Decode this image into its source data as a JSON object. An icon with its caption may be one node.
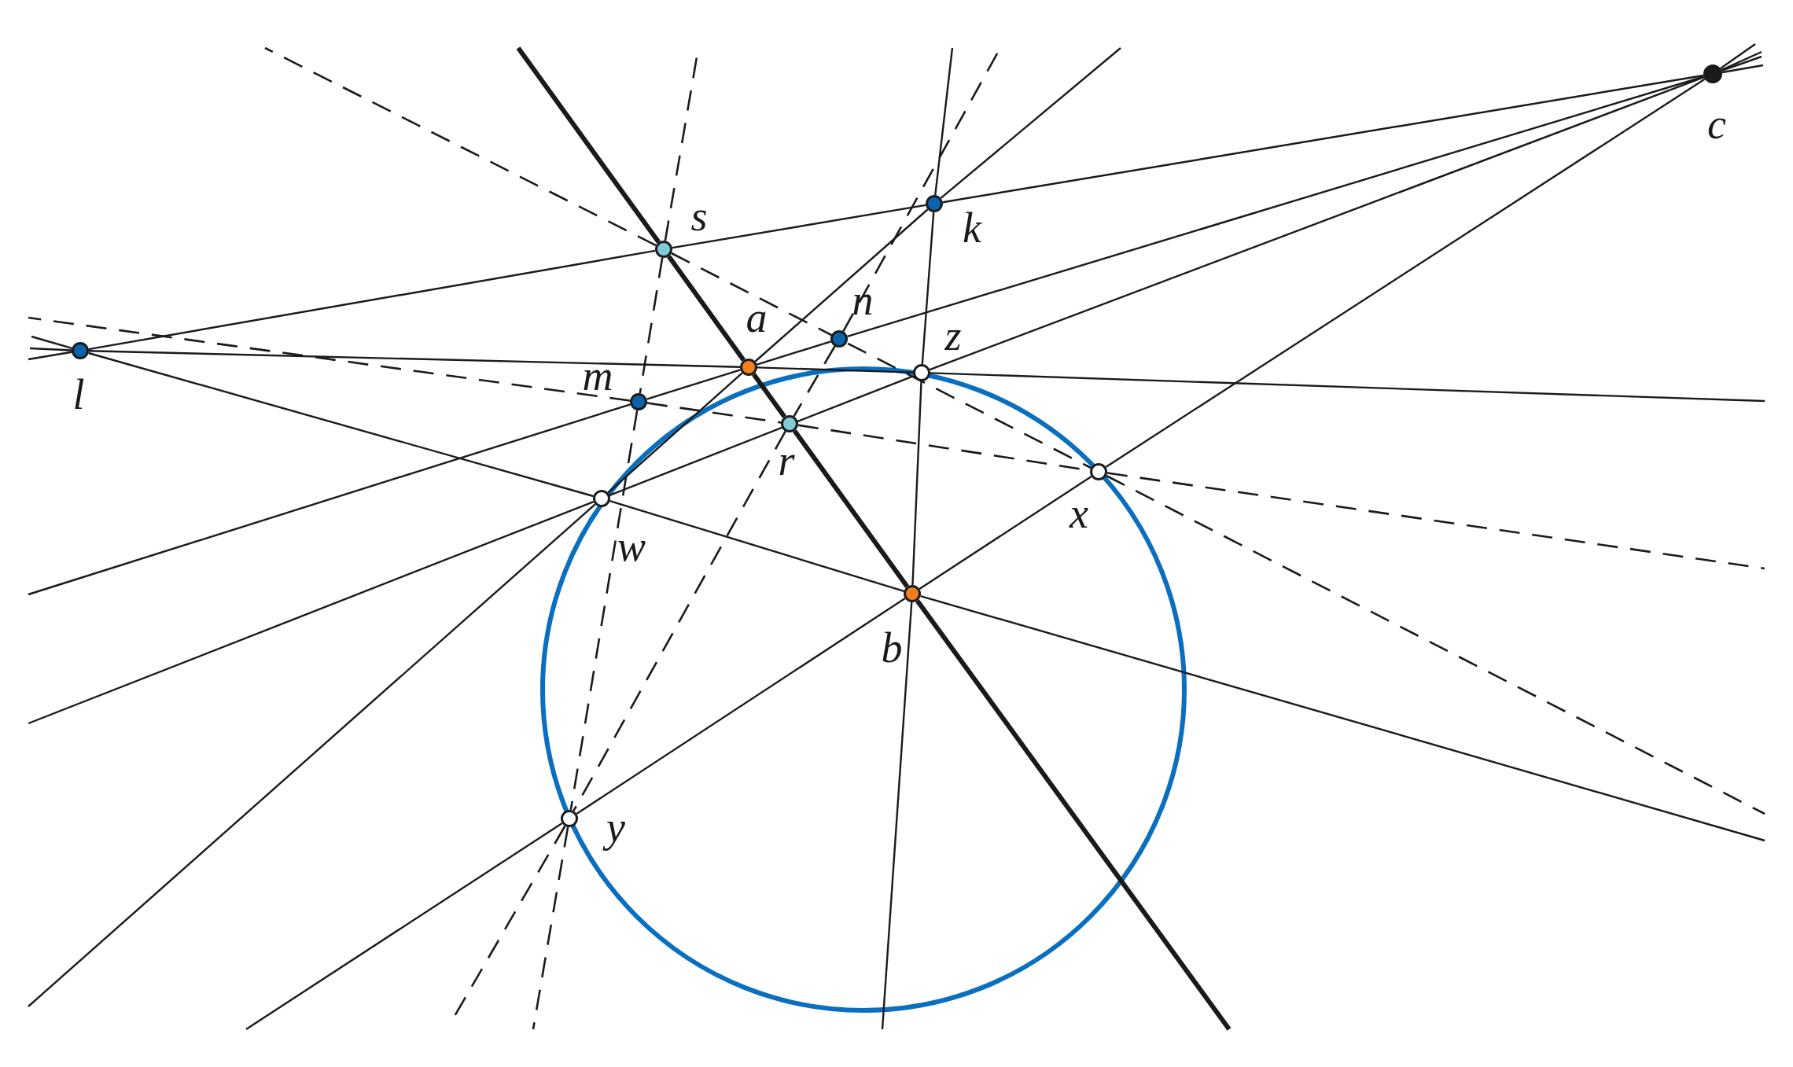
{
  "diagram": {
    "nodes": [
      {
        "text": [
          "c"
        ]
      },
      {
        "text": [
          "k"
        ]
      },
      {
        "text": [
          "s"
        ]
      },
      {
        "text": [
          "l"
        ]
      },
      {
        "text": [
          "n"
        ]
      },
      {
        "text": [
          "a"
        ]
      },
      {
        "text": [
          "z"
        ]
      },
      {
        "text": [
          "m"
        ]
      },
      {
        "text": [
          "r"
        ]
      },
      {
        "text": [
          "x"
        ]
      },
      {
        "text": [
          "w"
        ]
      },
      {
        "text": [
          "b"
        ]
      },
      {
        "text": [
          "y"
        ]
      }
    ],
    "edges": [
      {
        "from": 2,
        "to": 5,
        "arrow": "none",
        "style": "thick"
      },
      {
        "from": 5,
        "to": 8,
        "arrow": "none",
        "style": "thick"
      },
      {
        "from": 8,
        "to": 11,
        "arrow": "none",
        "style": "thick"
      },
      {
        "from": 0,
        "to": 1,
        "arrow": "none"
      },
      {
        "from": 1,
        "to": 2,
        "arrow": "none"
      },
      {
        "from": 2,
        "to": 3,
        "arrow": "none"
      },
      {
        "from": 0,
        "to": 4,
        "arrow": "none"
      },
      {
        "from": 4,
        "to": 5,
        "arrow": "none"
      },
      {
        "from": 5,
        "to": 7,
        "arrow": "none"
      },
      {
        "from": 0,
        "to": 6,
        "arrow": "none"
      },
      {
        "from": 6,
        "to": 10,
        "arrow": "none"
      },
      {
        "from": 0,
        "to": 9,
        "arrow": "none"
      },
      {
        "from": 9,
        "to": 11,
        "arrow": "none"
      },
      {
        "from": 11,
        "to": 12,
        "arrow": "none"
      },
      {
        "from": 3,
        "to": 5,
        "arrow": "none"
      },
      {
        "from": 5,
        "to": 6,
        "arrow": "none"
      },
      {
        "from": 3,
        "to": 10,
        "arrow": "none"
      },
      {
        "from": 10,
        "to": 11,
        "arrow": "none"
      },
      {
        "from": 1,
        "to": 5,
        "arrow": "none"
      },
      {
        "from": 5,
        "to": 10,
        "arrow": "none"
      },
      {
        "from": 1,
        "to": 6,
        "arrow": "none"
      },
      {
        "from": 6,
        "to": 11,
        "arrow": "none"
      },
      {
        "from": 2,
        "to": 7,
        "arrow": "none",
        "style": "dashed"
      },
      {
        "from": 7,
        "to": 12,
        "arrow": "none",
        "style": "dashed"
      },
      {
        "from": 4,
        "to": 8,
        "arrow": "none",
        "style": "dashed"
      },
      {
        "from": 8,
        "to": 12,
        "arrow": "none",
        "style": "dashed"
      },
      {
        "from": 2,
        "to": 9,
        "arrow": "none",
        "style": "dashed"
      },
      {
        "from": 7,
        "to": 8,
        "arrow": "none",
        "style": "dashed"
      },
      {
        "from": 8,
        "to": 9,
        "arrow": "none",
        "style": "dashed"
      }
    ]
  }
}
